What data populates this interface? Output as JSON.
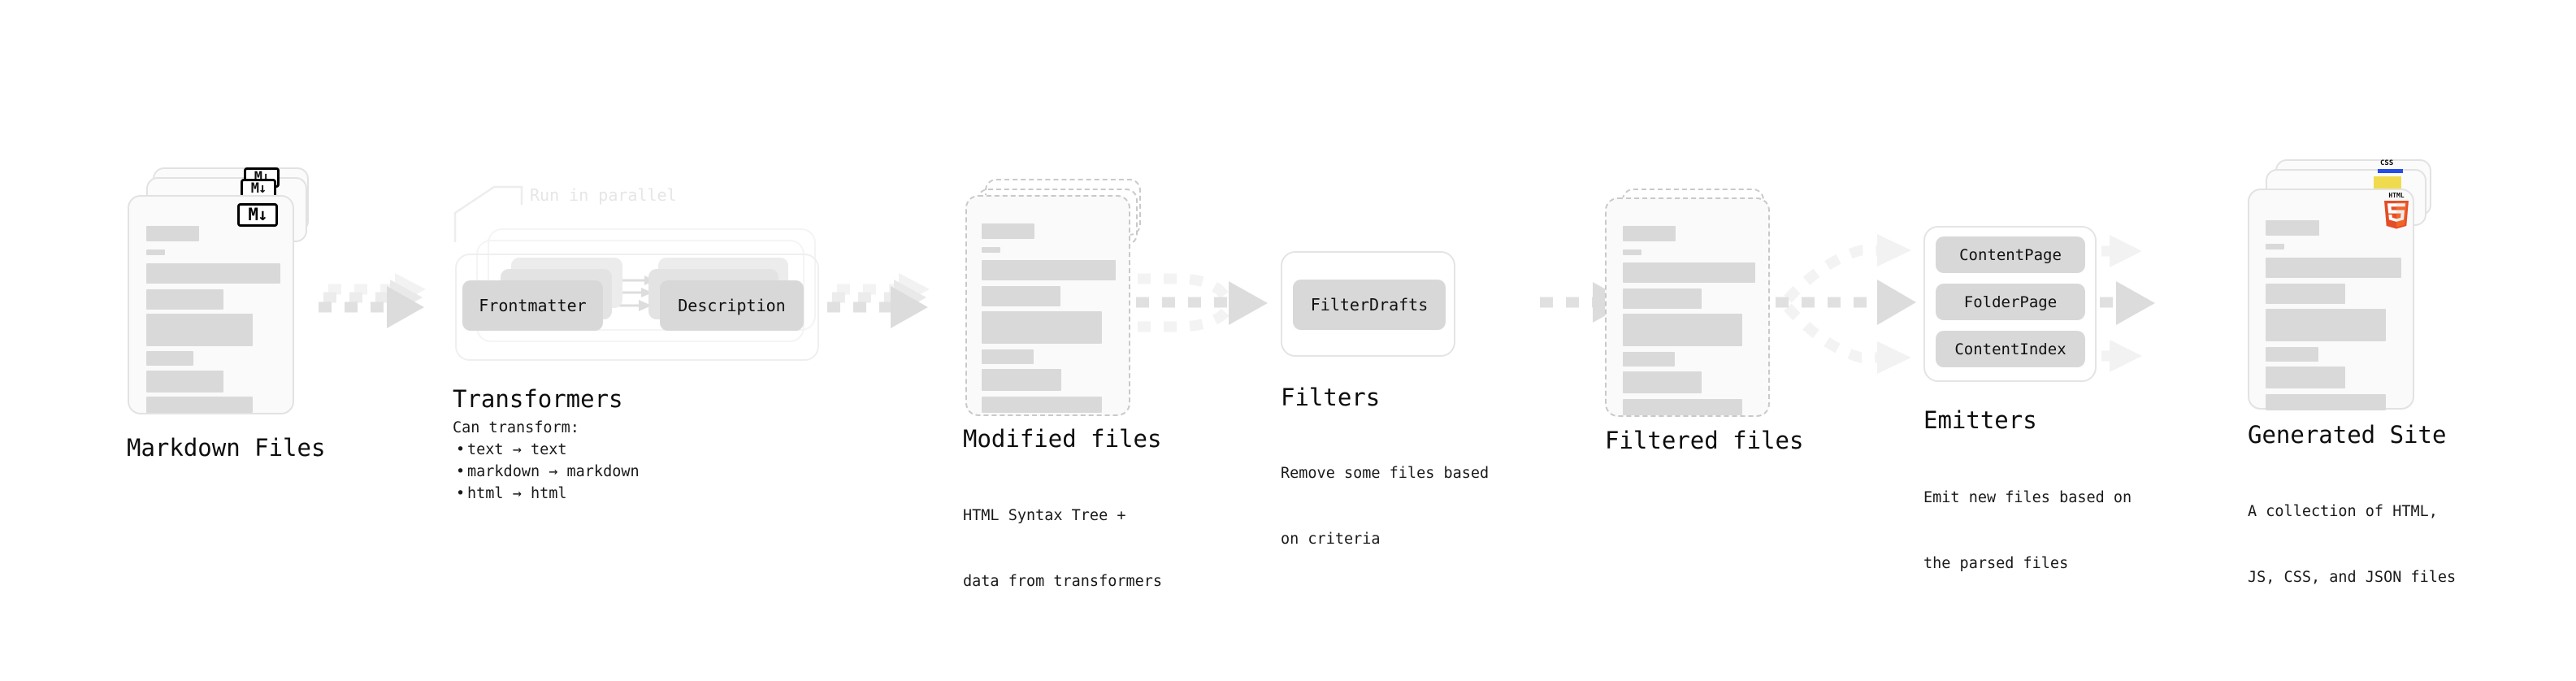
{
  "diagram": {
    "title": "Quartz build pipeline",
    "palette": {
      "bar": "#d9d9d9",
      "card_border": "#e2e2e2",
      "card_fill": "#fafafa",
      "dashed_border": "#c9c9c9",
      "chip_fill": "#d8d8d8",
      "arrow": "#dcdcdc",
      "arrow_strong": "#d2d2d2",
      "text": "#0d0d0d",
      "faint_text": "#e6e6e6",
      "html5_orange": "#e44d26",
      "html5_orange_light": "#f16529",
      "js_yellow": "#f0db4f",
      "css_blue": "#264de4"
    }
  },
  "stages": [
    {
      "id": "markdown-files",
      "title": "Markdown Files",
      "subtitle": "",
      "badge": "markdown-badge",
      "badge_text": "M",
      "card_style": "solid",
      "stacked": 3
    },
    {
      "id": "transformers",
      "title": "Transformers",
      "parallel_label": "Run in parallel",
      "lead": "Can transform:",
      "bullets": [
        "text → text",
        "markdown → markdown",
        "html → html"
      ],
      "chips": [
        "Frontmatter",
        "Description"
      ],
      "card_style": "group",
      "stacked": 3
    },
    {
      "id": "modified-files",
      "title": "Modified files",
      "subtitle_lines": [
        "HTML Syntax Tree +",
        "data from transformers"
      ],
      "card_style": "dashed",
      "stacked": 3
    },
    {
      "id": "filters",
      "title": "Filters",
      "subtitle_lines": [
        "Remove some files based",
        "on criteria"
      ],
      "chips": [
        "FilterDrafts"
      ],
      "card_style": "group",
      "stacked": 1
    },
    {
      "id": "filtered-files",
      "title": "Filtered files",
      "subtitle_lines": [],
      "card_style": "dashed",
      "stacked": 2
    },
    {
      "id": "emitters",
      "title": "Emitters",
      "subtitle_lines": [
        "Emit new files based on",
        "the parsed files"
      ],
      "chips": [
        "ContentPage",
        "FolderPage",
        "ContentIndex"
      ],
      "card_style": "group",
      "stacked": 1
    },
    {
      "id": "generated-site",
      "title": "Generated Site",
      "subtitle_lines": [
        "A collection of HTML,",
        "JS, CSS, and JSON files"
      ],
      "badge": "html5-badge",
      "badge_text": "5",
      "badge_caption": "HTML",
      "secondary_badges": [
        "js-badge",
        "css-badge"
      ],
      "css_badge_text": "CSS",
      "card_style": "solid",
      "stacked": 3
    }
  ],
  "connectors": [
    {
      "id": "md-to-transformers",
      "kind": "straight-stacked"
    },
    {
      "id": "transformers-to-modified",
      "kind": "straight-stacked"
    },
    {
      "id": "modified-to-filters",
      "kind": "merge"
    },
    {
      "id": "filters-to-filtered",
      "kind": "straight"
    },
    {
      "id": "filtered-to-emitters",
      "kind": "branch"
    },
    {
      "id": "emitters-to-site",
      "kind": "triple"
    }
  ]
}
